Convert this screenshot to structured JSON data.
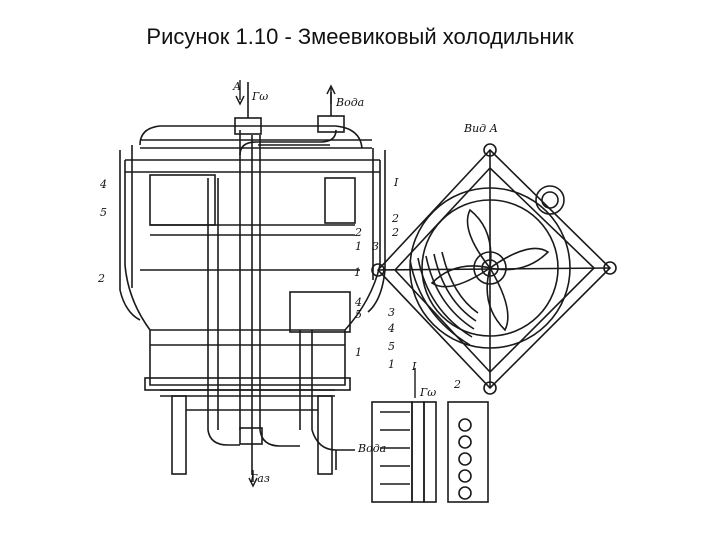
{
  "title": "Рисунок 1.10 - Змеевиковый холодильник",
  "labels": {
    "A": "А",
    "gas_in": "Гω",
    "water_top": "Вода",
    "view_a": "Вид А",
    "I_top": "I",
    "n4_left": "4",
    "n5_left": "5",
    "n2_left": "2",
    "n2_mid": "2",
    "n2_mid_b": "2",
    "n1_mid": "1",
    "n1_mid_b": "1",
    "n3_mid": "3",
    "n4_mid": "4",
    "n5_mid": "5",
    "n1_low": "1",
    "n2_view": "2",
    "n3_view": "3",
    "n4_view": "4",
    "n5_view": "5",
    "n1_view": "1",
    "I_bottom": "I",
    "gas_small": "Гω",
    "n2_detail": "2",
    "water_bottom": "Вода",
    "gas_out": "Газ"
  },
  "colors": {
    "ink": "#1a1a1a",
    "paper": "#ffffff"
  }
}
